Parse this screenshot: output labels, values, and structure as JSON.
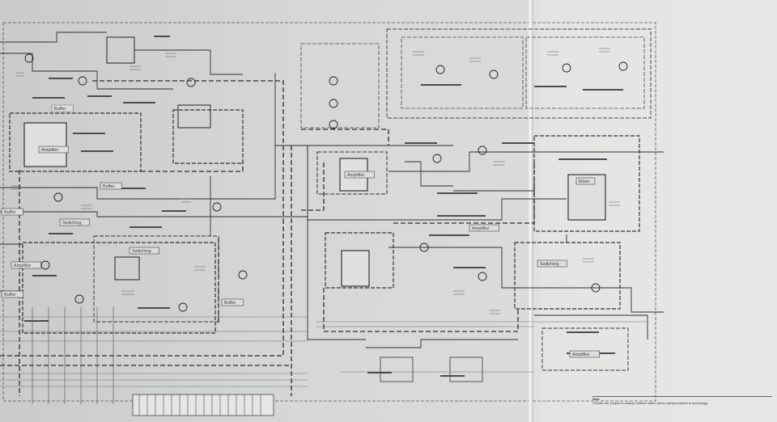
{
  "blocks": [
    {
      "id": "buffer-1",
      "label": "Buffer",
      "dashed": true
    },
    {
      "id": "buffer-2",
      "label": "Buffer",
      "dashed": false
    },
    {
      "id": "amplifier-1",
      "label": "Amplifier",
      "dashed": false
    },
    {
      "id": "switching-1",
      "label": "Switching",
      "dashed": false
    },
    {
      "id": "amplifier-2",
      "label": "Amplifier",
      "dashed": false
    },
    {
      "id": "switching-2",
      "label": "Switching",
      "dashed": false
    },
    {
      "id": "ic-mid",
      "label": "Amplifier",
      "dashed": false
    },
    {
      "id": "ic-right",
      "label": "Mixer",
      "dashed": false
    },
    {
      "id": "amplifier-3",
      "label": "Amplifier",
      "dashed": false
    },
    {
      "id": "switching-3",
      "label": "Switching",
      "dashed": false
    },
    {
      "id": "amplifier-4",
      "label": "Amplifier",
      "dashed": false
    },
    {
      "id": "buffer-3",
      "label": "Buffer",
      "dashed": false
    },
    {
      "id": "buffer-4",
      "label": "Buffer",
      "dashed": false
    },
    {
      "id": "buffer-5",
      "label": "Buffer",
      "dashed": false
    }
  ],
  "note": {
    "title": "Note",
    "text": "Circuits are subject to change without notice due to advancements in technology."
  }
}
